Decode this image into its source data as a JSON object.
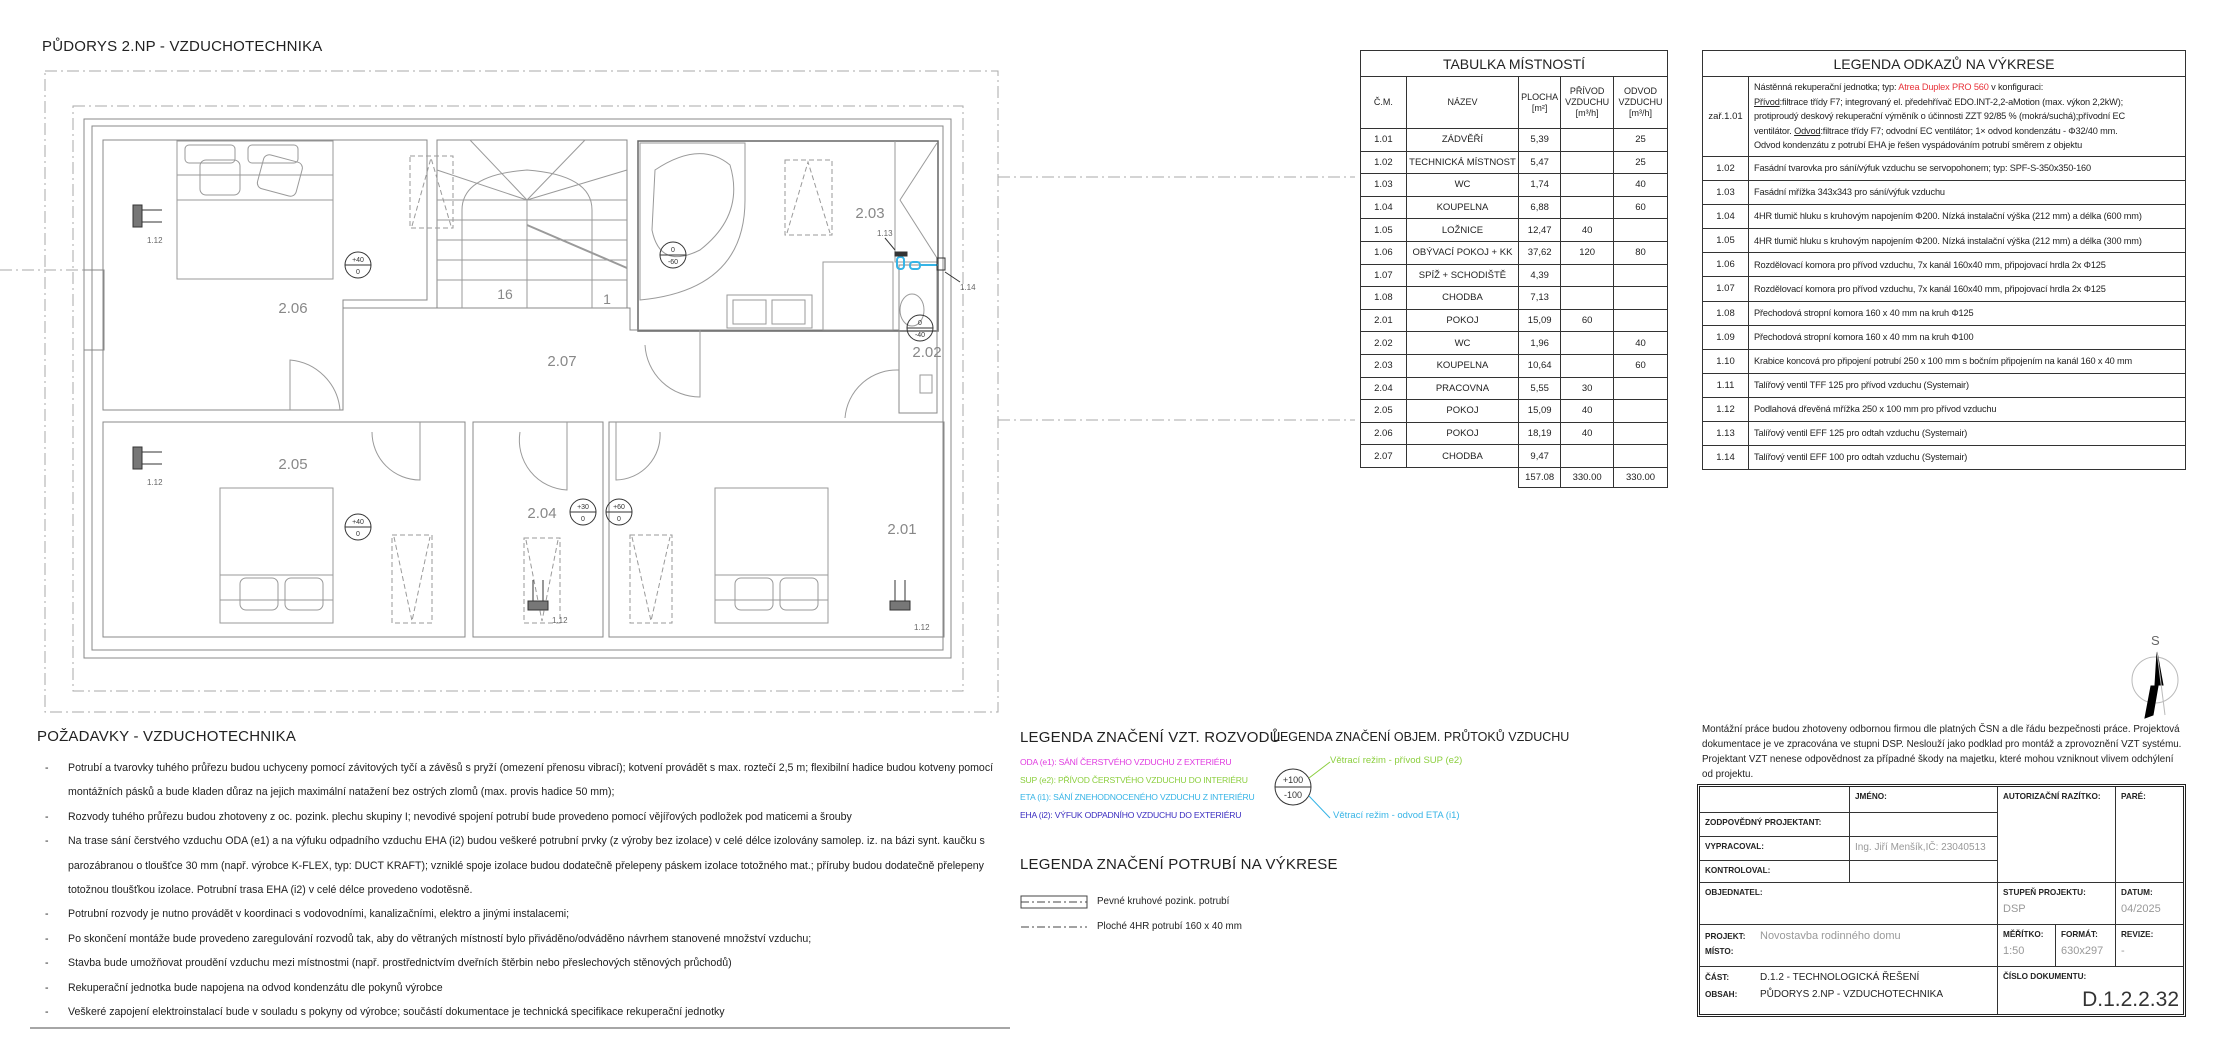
{
  "plan": {
    "title": "PŮDORYS 2.NP - VZDUCHOTECHNIKA",
    "rooms": [
      {
        "id": "2.06",
        "flow_in": "+40",
        "flow_out": "0"
      },
      {
        "id": "2.07"
      },
      {
        "id": "2.03",
        "flow_in": "0",
        "flow_out": "-60"
      },
      {
        "id": "2.02",
        "flow_in": "0",
        "flow_out": "-40"
      },
      {
        "id": "2.05",
        "flow_in": "+40",
        "flow_out": "0"
      },
      {
        "id": "2.04",
        "flow_in": "+30",
        "flow_out": "0"
      },
      {
        "id": "2.01",
        "flow_in": "+60",
        "flow_out": "0"
      }
    ],
    "stair_top": "16",
    "stair_bottom": "1",
    "ref_grille": "1.12",
    "ref_valve_1": "1.13",
    "ref_valve_2": "1.14",
    "north_label": "S"
  },
  "room_table": {
    "title": "TABULKA MÍSTNOSTÍ",
    "headers": [
      "Č.M.",
      "NÁZEV",
      "PLOCHA [m²]",
      "PŘÍVOD VZDUCHU [m³/h]",
      "ODVOD VZDUCHU [m³/h]"
    ],
    "rows": [
      [
        "1.01",
        "ZÁDVĚŘÍ",
        "5,39",
        "",
        "25"
      ],
      [
        "1.02",
        "TECHNICKÁ MÍSTNOST",
        "5,47",
        "",
        "25"
      ],
      [
        "1.03",
        "WC",
        "1,74",
        "",
        "40"
      ],
      [
        "1.04",
        "KOUPELNA",
        "6,88",
        "",
        "60"
      ],
      [
        "1.05",
        "LOŽNICE",
        "12,47",
        "40",
        ""
      ],
      [
        "1.06",
        "OBÝVACÍ POKOJ + KK",
        "37,62",
        "120",
        "80"
      ],
      [
        "1.07",
        "SPÍŽ + SCHODIŠTĚ",
        "4,39",
        "",
        ""
      ],
      [
        "1.08",
        "CHODBA",
        "7,13",
        "",
        ""
      ],
      [
        "2.01",
        "POKOJ",
        "15,09",
        "60",
        ""
      ],
      [
        "2.02",
        "WC",
        "1,96",
        "",
        "40"
      ],
      [
        "2.03",
        "KOUPELNA",
        "10,64",
        "",
        "60"
      ],
      [
        "2.04",
        "PRACOVNA",
        "5,55",
        "30",
        ""
      ],
      [
        "2.05",
        "POKOJ",
        "15,09",
        "40",
        ""
      ],
      [
        "2.06",
        "POKOJ",
        "18,19",
        "40",
        ""
      ],
      [
        "2.07",
        "CHODBA",
        "9,47",
        "",
        ""
      ]
    ],
    "totals": [
      "157.08",
      "330.00",
      "330.00"
    ]
  },
  "legend_refs": {
    "title": "LEGENDA ODKAZŮ NA VÝKRESE",
    "first": {
      "code": "zař.1.01",
      "l1a": "Nástěnná rekuperační jednotka; typ: ",
      "l1b": "Atrea Duplex PRO 560",
      "l1c": " v konfiguraci:",
      "l2a": "Přívod",
      "l2b": ":filtrace třídy F7; integrovaný el. předehřívač EDO.INT-2,2-aMotion (max. výkon 2,2kW);",
      "l3": "protiproudý deskový rekuperační výměník o účinnosti  ZZT 92/85 % (mokrá/suchá);přívodní EC",
      "l4a": "ventilátor. ",
      "l4b": "Odvod",
      "l4c": ":filtrace třídy F7; odvodní EC ventilátor; 1× odvod kondenzátu - Φ32/40 mm.",
      "l5": "Odvod kondenzátu z potrubí EHA je řešen vyspádováním potrubí směrem z objektu"
    },
    "rows": [
      [
        "1.02",
        "Fasádní tvarovka pro sání/výfuk vzduchu se servopohonem; typ: SPF-S-350x350-160"
      ],
      [
        "1.03",
        "Fasádní mřížka 343x343 pro sání/výfuk vzduchu"
      ],
      [
        "1.04",
        "4HR tlumič hluku s kruhovým napojením Φ200. Nízká instalační výška (212 mm) a délka (600 mm)"
      ],
      [
        "1.05",
        "4HR tlumič hluku s kruhovým napojením Φ200. Nízká instalační výška (212 mm) a délka (300 mm)"
      ],
      [
        "1.06",
        "Rozdělovací komora pro přívod vzduchu, 7x kanál 160x40 mm, připojovací hrdla 2x Φ125"
      ],
      [
        "1.07",
        "Rozdělovací komora pro přívod vzduchu, 7x kanál 160x40 mm, připojovací hrdla 2x Φ125"
      ],
      [
        "1.08",
        "Přechodová stropní komora 160 x 40 mm na kruh Φ125"
      ],
      [
        "1.09",
        "Přechodová stropní komora 160 x 40 mm na kruh Φ100"
      ],
      [
        "1.10",
        "Krabice koncová pro připojení potrubí 250 x 100 mm s bočním připojením na kanál 160 x 40 mm"
      ],
      [
        "1.11",
        "Talířový ventil TFF 125 pro přívod vzduchu (Systemair)"
      ],
      [
        "1.12",
        "Podlahová dřevěná mřížka 250 x 100 mm pro přívod vzduchu"
      ],
      [
        "1.13",
        "Talířový ventil EFF 125 pro odtah vzduchu (Systemair)"
      ],
      [
        "1.14",
        "Talířový ventil EFF 100 pro odtah vzduchu (Systemair)"
      ]
    ]
  },
  "requirements": {
    "title": "POŽADAVKY - VZDUCHOTECHNIKA",
    "items": [
      "Potrubí a tvarovky tuhého průřezu budou uchyceny pomocí závitových tyčí a závěsů s pryží (omezení přenosu vibrací); kotvení provádět s max. roztečí 2,5 m; flexibilní hadice budou kotveny pomocí montážních pásků a bude kladen důraz na jejich maximální natažení bez ostrých zlomů (max. provis hadice 50 mm);",
      "Rozvody tuhého průřezu budou zhotoveny z oc. pozink. plechu skupiny I; nevodivé spojení potrubí bude provedeno pomocí vějířových podložek pod maticemi a šrouby",
      "Na trase sání čerstvého vzduchu ODA (e1) a na výfuku odpadního vzduchu EHA (i2) budou veškeré potrubní prvky (z výroby bez izolace) v celé délce izolovány samolep. iz. na bázi synt. kaučku s parozábranou o tloušťce 30 mm (např. výrobce K-FLEX, typ: DUCT KRAFT); vzniklé spoje izolace budou dodatečně přelepeny páskem izolace totožného mat.; příruby budou dodatečně přelepeny totožnou tloušťkou izolace. Potrubní trasa EHA (i2) v celé délce provedeno vodotěsně.",
      "Potrubní rozvody je nutno provádět v koordinaci s vodovodními, kanalizačními, elektro a jinými instalacemi;",
      "Po skončení montáže bude provedeno zaregulování rozvodů tak, aby do větraných místností bylo přiváděno/odváděno návrhem  stanovené množství vzduchu;",
      "Stavba bude umožňovat proudění vzduchu mezi místnostmi (např. prostřednictvím dveřních štěrbin nebo přeslechových stěnových průchodů)",
      "Rekuperační jednotka bude napojena na odvod kondenzátu dle pokynů výrobce",
      "Veškeré zapojení elektroinstalací bude v souladu s pokyny od výrobce; součástí dokumentace je technická specifikace rekuperační jednotky"
    ]
  },
  "legend_vzt": {
    "title": "LEGENDA ZNAČENÍ VZT. ROZVODŮ",
    "items": [
      {
        "text": "ODA (e1): SÁNÍ ČERSTVÉHO VZDUCHU Z EXTERIÉRU",
        "color": "#e03ce0"
      },
      {
        "text": "SUP (e2): PŘÍVOD ČERSTVÉHO VZDUCHU DO INTERIÉRU",
        "color": "#8ccf3f"
      },
      {
        "text": "ETA (i1): SÁNÍ ZNEHODNOCENÉHO VZDUCHU Z INTERIÉRU",
        "color": "#36b4e6"
      },
      {
        "text": "EHA (i2): VÝFUK ODPADNÍHO VZDUCHU DO EXTERIÉRU",
        "color": "#3a2cbf"
      }
    ]
  },
  "legend_flow": {
    "title": "LEGENDA ZNAČENÍ OBJEM. PRŮTOKŮ VZDUCHU",
    "top_value": "+100",
    "bottom_value": "-100",
    "supply_text": "Větrací režim - přívod SUP (e2)",
    "extract_text": "Větrací režim - odvod ETA (i1)"
  },
  "legend_pipes": {
    "title": "LEGENDA ZNAČENÍ POTRUBÍ NA VÝKRESE",
    "round": "Pevné kruhové pozink. potrubí",
    "flat": "Ploché 4HR potrubí 160 x 40 mm"
  },
  "notes": "Montážní práce budou zhotoveny odbornou firmou dle platných ČSN a dle řádu bezpečnosti práce. Projektová dokumentace je ve zpracována ve stupni DSP. Neslouží jako podklad pro montáž a zprovoznění VZT systému. Projektant VZT nenese odpovědnost za případné škody na majetku, které mohou vzniknout vlivem odchýlení od projektu.",
  "title_block": {
    "name_label": "JMÉNO:",
    "stamp_label": "AUTORIZAČNÍ RAZÍTKO:",
    "copies_label": "PARÉ:",
    "responsible_label": "ZODPOVĚDNÝ PROJEKTANT:",
    "prepared_label": "VYPRACOVAL:",
    "prepared_value": "Ing. Jiří Menšík,IČ: 23040513",
    "checked_label": "KONTROLOVAL:",
    "client_label": "OBJEDNATEL:",
    "stage_label": "STUPEŇ PROJEKTU:",
    "stage_value": "DSP",
    "date_label": "DATUM:",
    "date_value": "04/2025",
    "project_label": "PROJEKT:",
    "project_value": "Novostavba rodinného domu",
    "place_label": "MÍSTO:",
    "scale_label": "MĚŘÍTKO:",
    "scale_value": "1:50",
    "format_label": "FORMÁT:",
    "format_value": "630x297",
    "revision_label": "REVIZE:",
    "revision_value": "-",
    "part_label": "ČÁST:",
    "part_value": "D.1.2 - TECHNOLOGICKÁ ŘEŠENÍ",
    "content_label": "OBSAH:",
    "content_value": "PŮDORYS 2.NP - VZDUCHOTECHNIKA",
    "docnum_label": "ČÍSLO DOKUMENTU:",
    "docnum_value": "D.1.2.2.32"
  }
}
